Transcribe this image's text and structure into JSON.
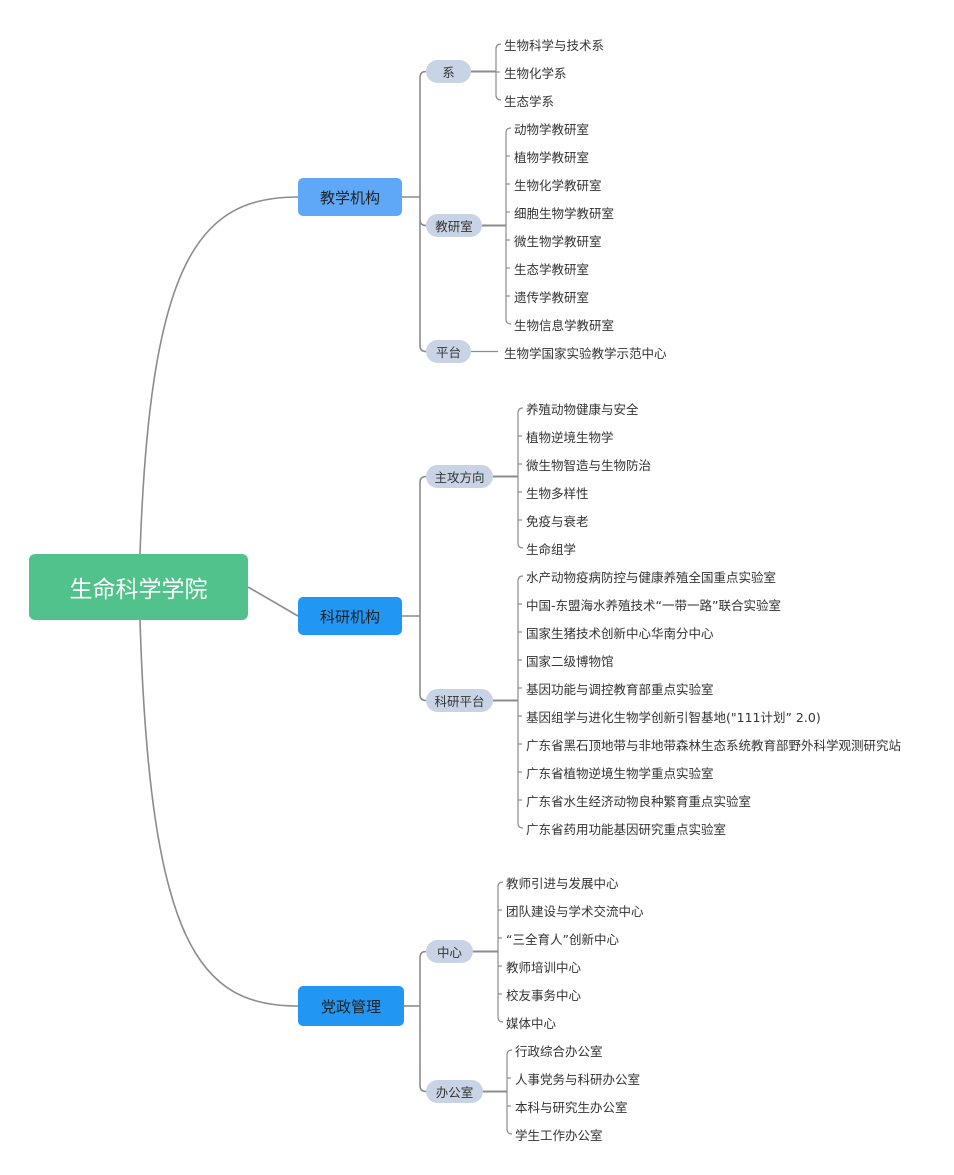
{
  "root": {
    "label": "生命科学学院",
    "color": "#52C28C"
  },
  "colors": {
    "line": "#8C8C8C",
    "l1_primary": "#2196F3",
    "l1_light": "#5EA8F7",
    "l2_fill": "#C8D4E6"
  },
  "branches": [
    {
      "label": "教学机构",
      "groups": [
        {
          "label": "系",
          "items": [
            "生物科学与技术系",
            "生物化学系",
            "生态学系"
          ]
        },
        {
          "label": "教研室",
          "items": [
            "动物学教研室",
            "植物学教研室",
            "生物化学教研室",
            "细胞生物学教研室",
            "微生物学教研室",
            "生态学教研室",
            "遗传学教研室",
            "生物信息学教研室"
          ]
        },
        {
          "label": "平台",
          "items": [
            "生物学国家实验教学示范中心"
          ]
        }
      ]
    },
    {
      "label": "科研机构",
      "groups": [
        {
          "label": "主攻方向",
          "items": [
            "养殖动物健康与安全",
            "植物逆境生物学",
            "微生物智造与生物防治",
            "生物多样性",
            "免疫与衰老",
            "生命组学"
          ]
        },
        {
          "label": "科研平台",
          "items": [
            "水产动物疫病防控与健康养殖全国重点实验室",
            "中国-东盟海水养殖技术“一带一路”联合实验室",
            "国家生猪技术创新中心华南分中心",
            "国家二级博物馆",
            "基因功能与调控教育部重点实验室",
            "基因组学与进化生物学创新引智基地(\"111计划” 2.0)",
            "广东省黑石顶地带与非地带森林生态系统教育部野外科学观测研究站",
            "广东省植物逆境生物学重点实验室",
            "广东省水生经济动物良种繁育重点实验室",
            "广东省药用功能基因研究重点实验室"
          ]
        }
      ]
    },
    {
      "label": "党政管理",
      "groups": [
        {
          "label": "中心",
          "items": [
            "教师引进与发展中心",
            "团队建设与学术交流中心",
            "“三全育人”创新中心",
            "教师培训中心",
            "校友事务中心",
            "媒体中心"
          ]
        },
        {
          "label": "办公室",
          "items": [
            "行政综合办公室",
            "人事党务与科研办公室",
            "本科与研究生办公室",
            "学生工作办公室"
          ]
        }
      ]
    }
  ]
}
